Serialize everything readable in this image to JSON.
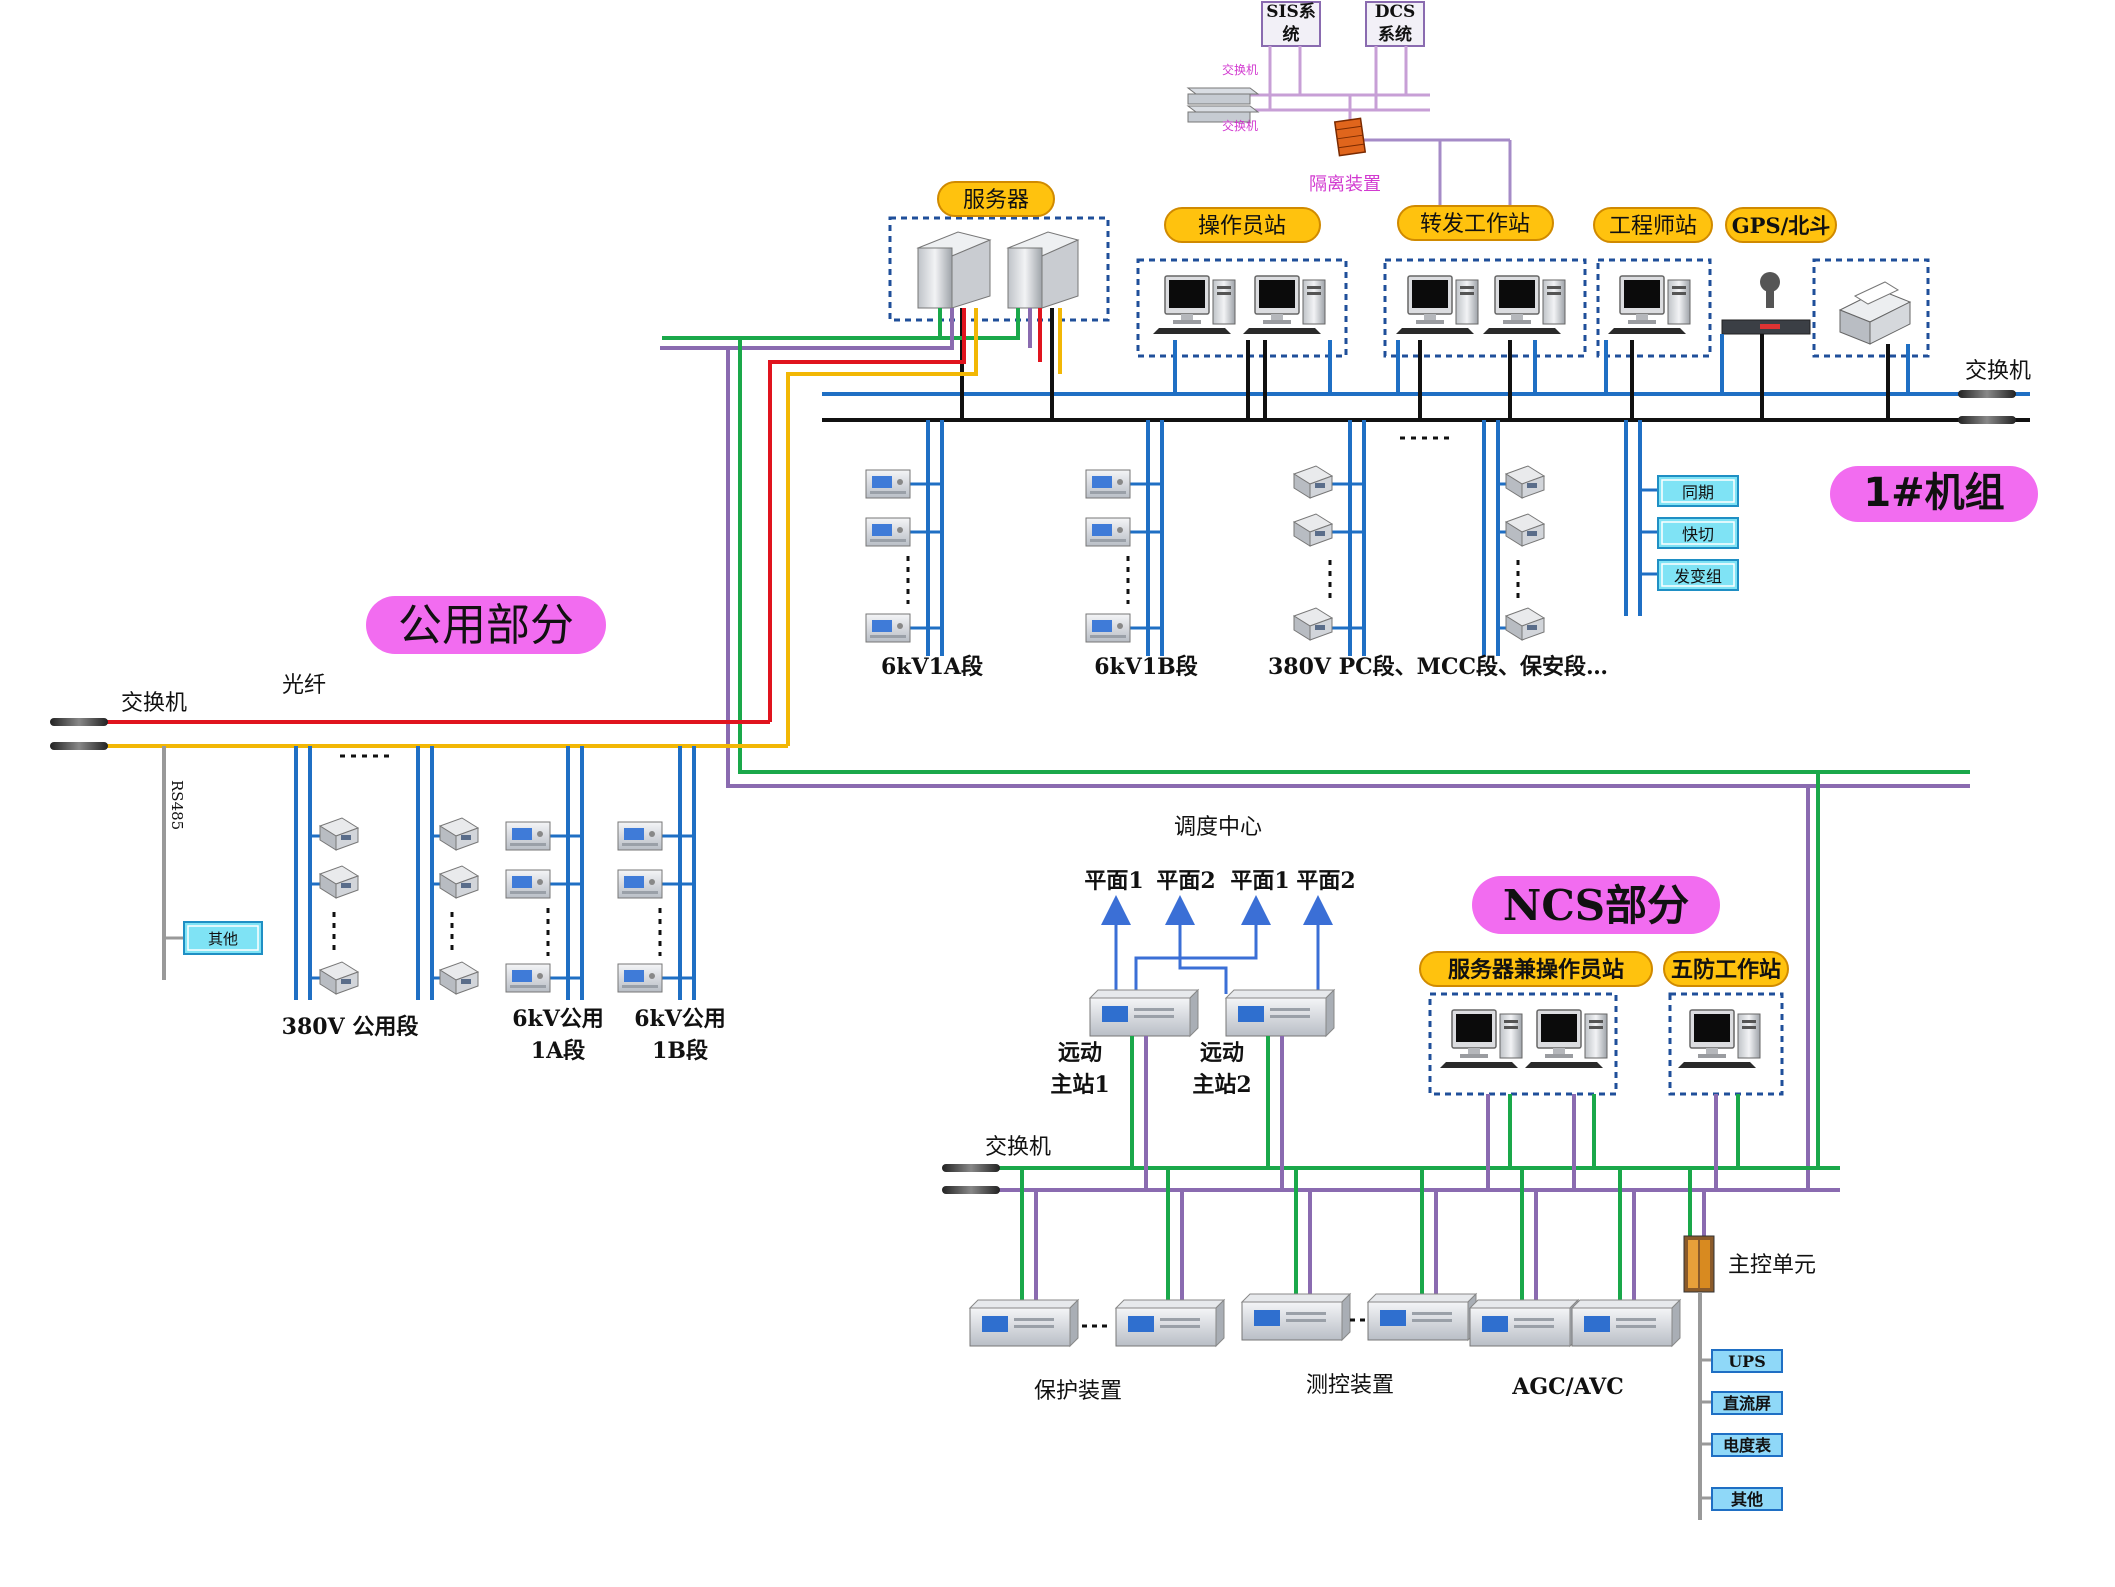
{
  "external": {
    "sis": "SIS系统",
    "sis_line1": "SIS系",
    "sis_line2": "统",
    "dcs_line1": "DCS",
    "dcs_line2": "系统",
    "switch_top": "交换机",
    "switch_bottom": "交换机",
    "isolation": "隔离装置"
  },
  "unit1": {
    "section_label": "1#机组",
    "server_label": "服务器",
    "operator_label": "操作员站",
    "relay_label": "转发工作站",
    "engineer_label": "工程师站",
    "gps_label": "GPS/北斗",
    "switch_label": "交换机",
    "seg_6kv1a": "6kV1A段",
    "seg_6kv1b": "6kV1B段",
    "seg_380v": "380V PC段、MCC段、保安段…",
    "box_sync": "同期",
    "box_fastcut": "快切",
    "box_gentrans": "发变组"
  },
  "common": {
    "section_label": "公用部分",
    "switch_label": "交换机",
    "fiber_label": "光纤",
    "rs485_label": "RS485",
    "other_box": "其他",
    "seg_380v": "380V 公用段",
    "seg_6kv1a_l1": "6kV公用",
    "seg_6kv1a_l2": "1A段",
    "seg_6kv1b_l1": "6kV公用",
    "seg_6kv1b_l2": "1B段"
  },
  "ncs": {
    "section_label": "NCS部分",
    "dispatch": "调度中心",
    "plane1a": "平面1",
    "plane2a": "平面2",
    "plane1b": "平面1",
    "plane2b": "平面2",
    "rtu1_l1": "远动",
    "rtu1_l2": "主站1",
    "rtu2_l1": "远动",
    "rtu2_l2": "主站2",
    "server_op_label": "服务器兼操作员站",
    "wufang_label": "五防工作站",
    "switch_label": "交换机",
    "main_ctrl": "主控单元",
    "protection": "保护装置",
    "measure": "测控装置",
    "agc": "AGC/AVC",
    "box_ups": "UPS",
    "box_dc": "直流屏",
    "box_meter": "电度表",
    "box_other": "其他"
  },
  "colors": {
    "blue": "#1f6fc4",
    "green": "#1aa84a",
    "purple": "#8a6bb0",
    "red": "#e0141e",
    "yellow": "#f2b705",
    "black": "#111111",
    "pink": "#f26cf0",
    "orange_pill": "#ffc20e",
    "dash_box": "#1f4f9a",
    "cyan_box": "#7fe3f5"
  }
}
